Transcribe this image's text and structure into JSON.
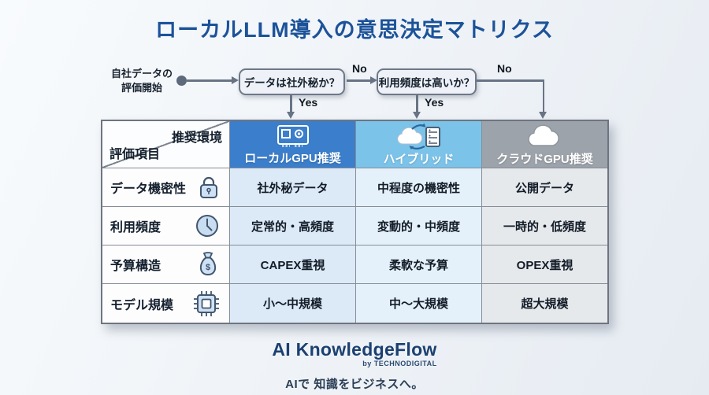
{
  "title": "ローカルLLM導入の意思決定マトリクス",
  "flowchart": {
    "start_line1": "自社データの",
    "start_line2": "評価開始",
    "decision1": "データは社外秘か？",
    "decision2": "利用頻度は高いか？",
    "yes1": "Yes",
    "yes2": "Yes",
    "no1": "No",
    "no2": "No"
  },
  "matrix": {
    "corner_top": "推奨環境",
    "corner_bottom": "評価項目",
    "columns": [
      {
        "label": "ローカルGPU推奨",
        "icon": "gpu-card-icon",
        "header_color": "#3b7ecb",
        "body_color": "#dce9f7"
      },
      {
        "label": "ハイブリッド",
        "icon": "cloud-server-sync-icon",
        "header_color": "#7cc3ea",
        "body_color": "#e4f1fb"
      },
      {
        "label": "クラウドGPU推奨",
        "icon": "cloud-icon",
        "header_color": "#9da3aa",
        "body_color": "#e6e9ec"
      }
    ],
    "rows": [
      {
        "label": "データ機密性",
        "icon": "lock-icon",
        "values": [
          "社外秘データ",
          "中程度の機密性",
          "公開データ"
        ]
      },
      {
        "label": "利用頻度",
        "icon": "clock-icon",
        "values": [
          "定常的・高頻度",
          "変動的・中頻度",
          "一時的・低頻度"
        ]
      },
      {
        "label": "予算構造",
        "icon": "money-bag-icon",
        "values": [
          "CAPEX重視",
          "柔軟な予算",
          "OPEX重視"
        ]
      },
      {
        "label": "モデル規模",
        "icon": "chip-icon",
        "values": [
          "小〜中規模",
          "中〜大規模",
          "超大規模"
        ]
      }
    ]
  },
  "footer": {
    "logo": "AI KnowledgeFlow",
    "byline": "by TECHNODIGITAL",
    "tagline": "AIで 知識をビジネスへ。"
  },
  "colors": {
    "title_text": "#1c5299",
    "flow_line": "#687485",
    "decision_box_fill": "#eef2f8",
    "decision_box_border": "#6e7887",
    "logo_text": "#1c4071"
  }
}
